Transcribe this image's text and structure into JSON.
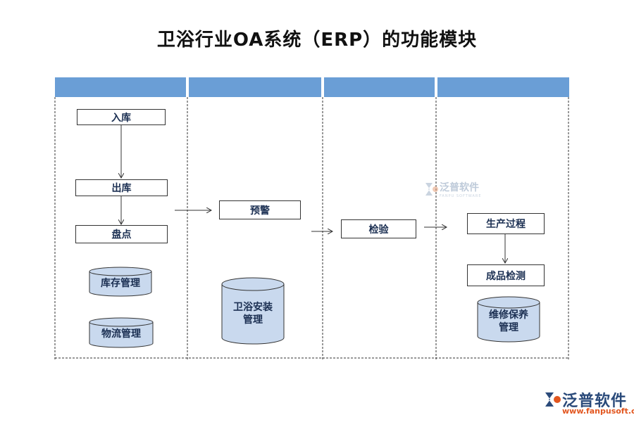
{
  "title": "卫浴行业OA系统（ERP）的功能模块",
  "lane1": {
    "in_stock": "入库",
    "out_stock": "出库",
    "inventory_check": "盘点",
    "stock_management": "库存管理",
    "logistics_management": "物流管理"
  },
  "lane2": {
    "warning": "预警",
    "install_management": "卫浴安装\n管理"
  },
  "lane3": {
    "inspection": "检验"
  },
  "lane4": {
    "production_process": "生产过程",
    "product_inspection": "成品检测",
    "maintenance_management": "维修保养\n管理"
  },
  "watermark": {
    "name": "泛普软件",
    "sub": "FANPU SOFTWARE"
  },
  "brand": {
    "name": "泛普软件",
    "url": "www.fanpusoft.com"
  },
  "colors": {
    "lane_header": "#6a9ed6",
    "cylinder_fill": "#c9d9ee",
    "text": "#1b2f52"
  }
}
